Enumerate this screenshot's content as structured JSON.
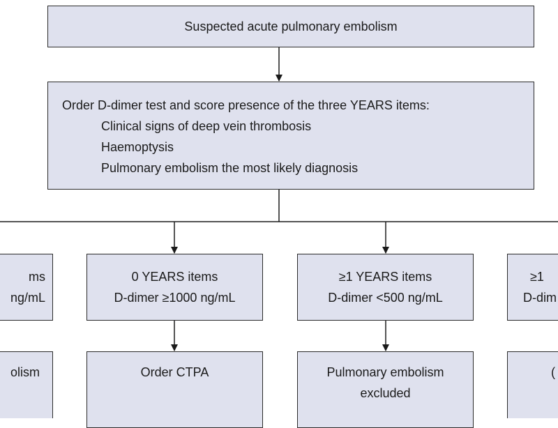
{
  "start": {
    "text": "Suspected acute pulmonary embolism"
  },
  "years_box": {
    "heading": "Order D-dimer test and score presence of the three YEARS items:",
    "items": [
      "Clinical signs of deep vein thrombosis",
      "Haemoptysis",
      "Pulmonary embolism the most likely diagnosis"
    ]
  },
  "branches": [
    {
      "line1": "ms",
      "line2": "ng/mL",
      "outcome": [
        "olism"
      ]
    },
    {
      "line1": "0 YEARS items",
      "line2": "D-dimer ≥1000 ng/mL",
      "outcome": [
        "Order CTPA"
      ]
    },
    {
      "line1": "≥1 YEARS items",
      "line2": "D-dimer <500 ng/mL",
      "outcome": [
        "Pulmonary embolism",
        "excluded"
      ]
    },
    {
      "line1": "≥1",
      "line2": "D-dim",
      "outcome": [
        "("
      ]
    }
  ],
  "colors": {
    "box_fill": "#dfe1ee",
    "stroke": "#2a2a2a"
  }
}
